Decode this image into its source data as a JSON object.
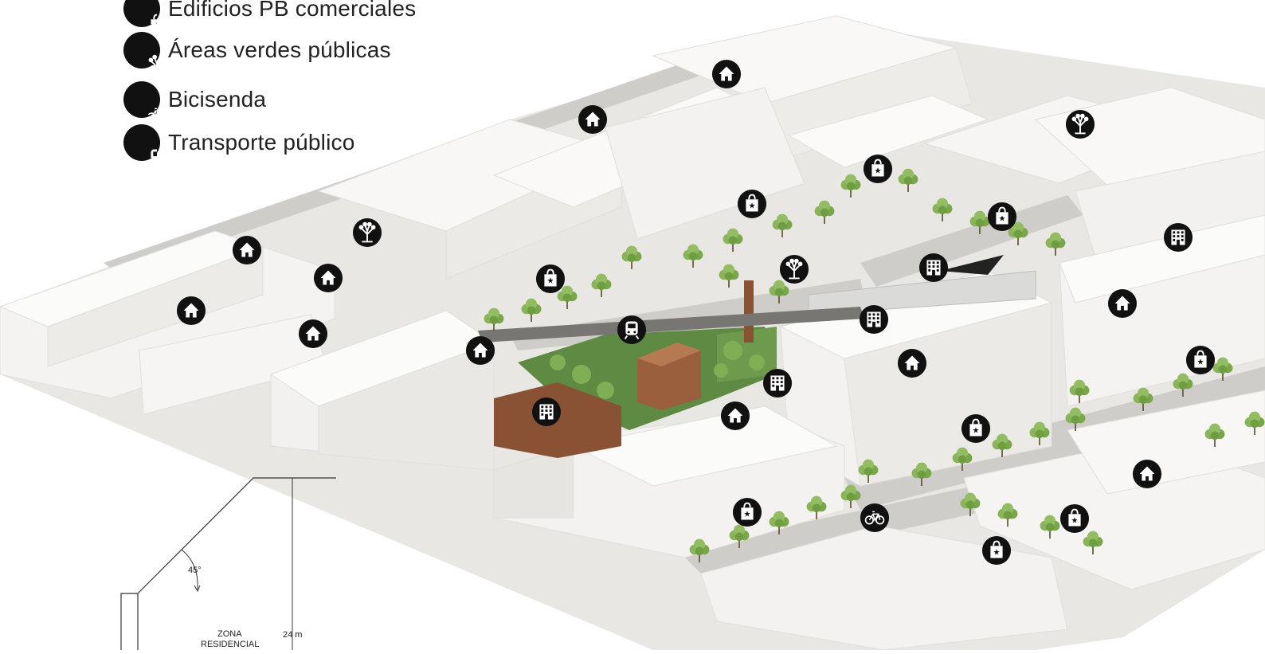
{
  "legend": [
    {
      "label": "Edificios PB comerciales",
      "icon": "shopping-bag-icon"
    },
    {
      "label": "Áreas verdes públicas",
      "icon": "tree-icon"
    },
    {
      "label": "Bicisenda",
      "icon": "bicycle-icon"
    },
    {
      "label": "Transporte público",
      "icon": "train-icon"
    }
  ],
  "section": {
    "angle_label": "45°",
    "height_label": "24 m",
    "zone_label": "ZONA",
    "zone_label_2": "RESIDENCIAL"
  },
  "marker_types": [
    "house-icon",
    "shopping-bag-icon",
    "tree-icon",
    "office-building-icon",
    "train-icon",
    "bicycle-icon"
  ],
  "colors": {
    "marker": "#111111",
    "buildings": "#f4f3f1",
    "trees": "#7aa64a",
    "brick": "#8a5234",
    "street": "#c9c7c3"
  }
}
